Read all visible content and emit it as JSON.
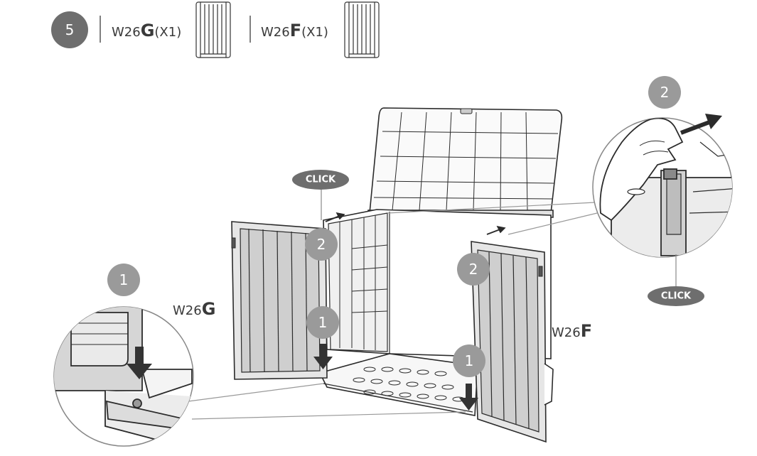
{
  "header": {
    "step_number": "5",
    "part_g_prefix": "W26",
    "part_g_letter": "G",
    "part_g_qty": "(X1)",
    "part_f_prefix": "W26",
    "part_f_letter": "F",
    "part_f_qty": "(X1)"
  },
  "callouts": {
    "step1": "1",
    "step2": "2",
    "click": "CLICK"
  },
  "door_labels": {
    "left_prefix": "W26",
    "left_letter": "G",
    "right_prefix": "W26",
    "right_letter": "F"
  },
  "colors": {
    "badge_dark": "#6e6e6e",
    "badge_light": "#9a9a9a",
    "line": "#2b2b2b",
    "panel_fill": "#d9d9d9"
  }
}
